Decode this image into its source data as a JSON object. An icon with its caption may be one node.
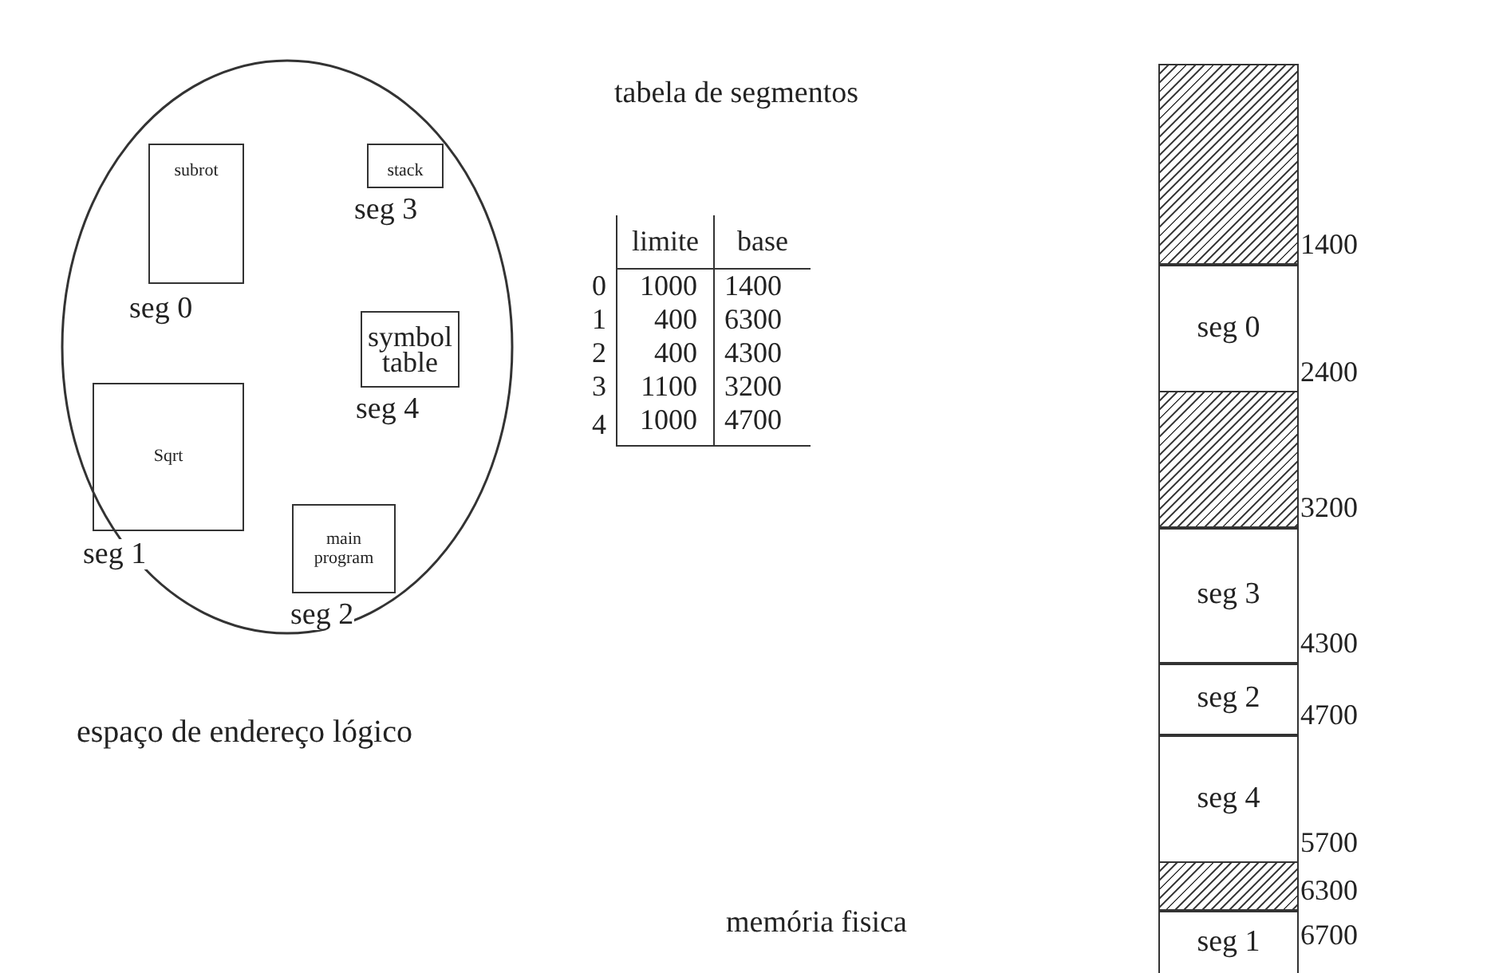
{
  "diagram": {
    "nodes": [
      {
        "text": [],
        "shape": "ellipse"
      },
      {
        "text": [
          "subrot"
        ],
        "beside": [
          "seg 0"
        ],
        "in": 0
      },
      {
        "text": [
          "stack"
        ],
        "beside": [
          "seg 3"
        ],
        "in": 0
      },
      {
        "text": [
          "symbol table"
        ],
        "beside": [
          "seg 4"
        ],
        "in": 0
      },
      {
        "text": [
          "Sqrt"
        ],
        "beside": [
          "seg 1"
        ],
        "in": 0
      },
      {
        "text": [
          "main program"
        ],
        "beside": [
          "seg 2"
        ],
        "in": 0
      },
      {
        "text": [],
        "shape": "box"
      },
      {
        "text": [
          "seg 0"
        ]
      },
      {
        "text": [],
        "shape": "box"
      },
      {
        "text": [
          "seg 3"
        ]
      },
      {
        "text": [
          "seg 2"
        ]
      },
      {
        "text": [
          "seg 4"
        ]
      },
      {
        "text": [],
        "shape": "box"
      },
      {
        "text": [
          "seg 1"
        ]
      }
    ],
    "labels": [
      "tabela de segmentos",
      "limite",
      "base",
      "0",
      "1000",
      "1400",
      "1",
      "400",
      "6300",
      "2",
      "400",
      "4300",
      "3",
      "1100",
      "3200",
      "4",
      "1000",
      "4700",
      "1400",
      "2400",
      "3200",
      "4300",
      "4700",
      "5700",
      "6300",
      "6700",
      "memória fisica",
      "espaço de endereço lógico"
    ]
  }
}
